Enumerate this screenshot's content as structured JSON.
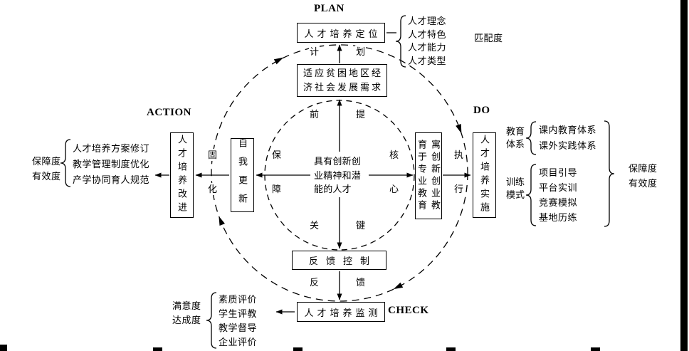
{
  "stage_labels": {
    "plan": "PLAN",
    "do": "DO",
    "check": "CHECK",
    "action": "ACTION"
  },
  "center_text": "具有创新创业精神和潜能的人才",
  "inner_terms": {
    "premise": [
      "前",
      "提"
    ],
    "core": [
      "核",
      "心"
    ],
    "key": [
      "关",
      "键"
    ],
    "safeguard": [
      "保",
      "障"
    ]
  },
  "cycle_terms": {
    "plan": [
      "计",
      "划"
    ],
    "execute": [
      "执",
      "行"
    ],
    "feedback": [
      "反",
      "馈"
    ],
    "solidify": [
      "固",
      "化"
    ]
  },
  "boxes": {
    "positioning": "人才培养定位",
    "needs_lines": [
      "适应贫困地区经",
      "济社会发展需求"
    ],
    "implementation": "人才培养实施",
    "integration_cols": [
      "寓创新创业教",
      "育于专业教育"
    ],
    "improvement": "人才培养改进",
    "self_renewal": "自我更新",
    "feedback_control": "反馈控制",
    "monitoring": "人才培养监测"
  },
  "plan_group": {
    "items": [
      "人才理念",
      "人才特色",
      "人才能力",
      "人才类型"
    ],
    "metric": "匹配度"
  },
  "do_group": {
    "education_label": "教育体系",
    "education_items": [
      "课内教育体系",
      "课外实践体系"
    ],
    "training_label": "训练模式",
    "training_items": [
      "项目引导",
      "平台实训",
      "竞赛模拟",
      "基地历练"
    ],
    "metrics": [
      "保障度",
      "有效度"
    ]
  },
  "action_group": {
    "metrics": [
      "保障度",
      "有效度"
    ],
    "items": [
      "人才培养方案修订",
      "教学管理制度优化",
      "产学协同育人规范"
    ]
  },
  "check_group": {
    "metrics": [
      "满意度",
      "达成度"
    ],
    "items": [
      "素质评价",
      "学生评教",
      "教学督导",
      "企业评价"
    ]
  },
  "colors": {
    "ink": "#000000",
    "paper": "#ffffff"
  }
}
